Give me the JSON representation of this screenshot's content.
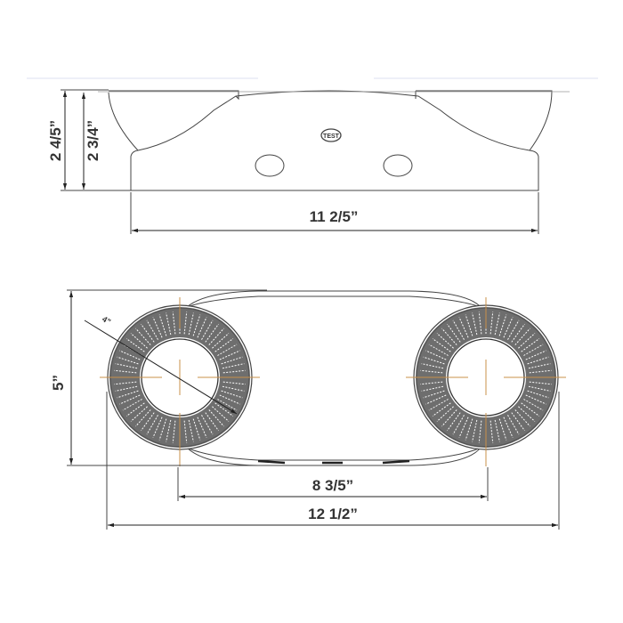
{
  "side_view": {
    "button_label": "TEST",
    "height_overall": "2 4/5”",
    "height_body": "2 3/4”",
    "width_body": "11 2/5”"
  },
  "top_view": {
    "lens_diameter": "4”",
    "depth": "5”",
    "lens_spacing": "8 3/5”",
    "width_overall": "12 1/2”"
  },
  "colors": {
    "line": "#444444",
    "ring": "#6e6e6e",
    "centerline": "#c8904a"
  }
}
